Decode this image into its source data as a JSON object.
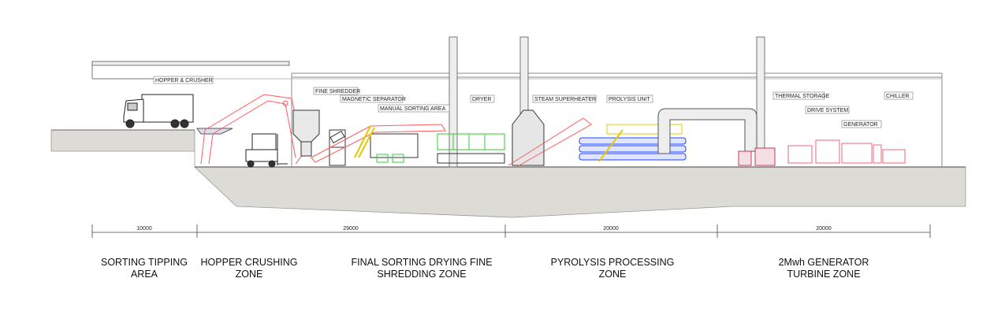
{
  "equipment_labels": {
    "hopper_crusher": "HOPPER & CRUSHER",
    "fine_shredder": "FINE SHREDDER",
    "magnetic_separator": "MAGNETIC SEPARATOR",
    "manual_sorting_area": "MANUAL SORTING AREA",
    "dryer": "DRYER",
    "steam_superheater": "STEAM SUPERHEATER",
    "prolysis_unit": "PROLYSIS UNIT",
    "thermal_storage": "THERMAL STORAGE",
    "drive_system": "DRIVE SYSTEM",
    "generator": "GENERATOR",
    "chiller": "CHILLER"
  },
  "dimensions": [
    "10000",
    "29000",
    "20000",
    "20000"
  ],
  "zones": [
    {
      "line1": "SORTING TIPPING",
      "line2": "AREA"
    },
    {
      "line1": "HOPPER CRUSHING",
      "line2": "ZONE"
    },
    {
      "line1": "FINAL SORTING DRYING FINE",
      "line2": "SHREDDING ZONE"
    },
    {
      "line1": "PYROLYSIS PROCESSING",
      "line2": "ZONE"
    },
    {
      "line1": "2Mwh GENERATOR",
      "line2": "TURBINE ZONE"
    }
  ],
  "colors": {
    "conveyor": "#ff5a5a",
    "dryer": "#33cc33",
    "pyrolysis": "#2244ff",
    "sorting": "#e6c800",
    "ground": "#dcdbd5",
    "line": "#555555"
  }
}
